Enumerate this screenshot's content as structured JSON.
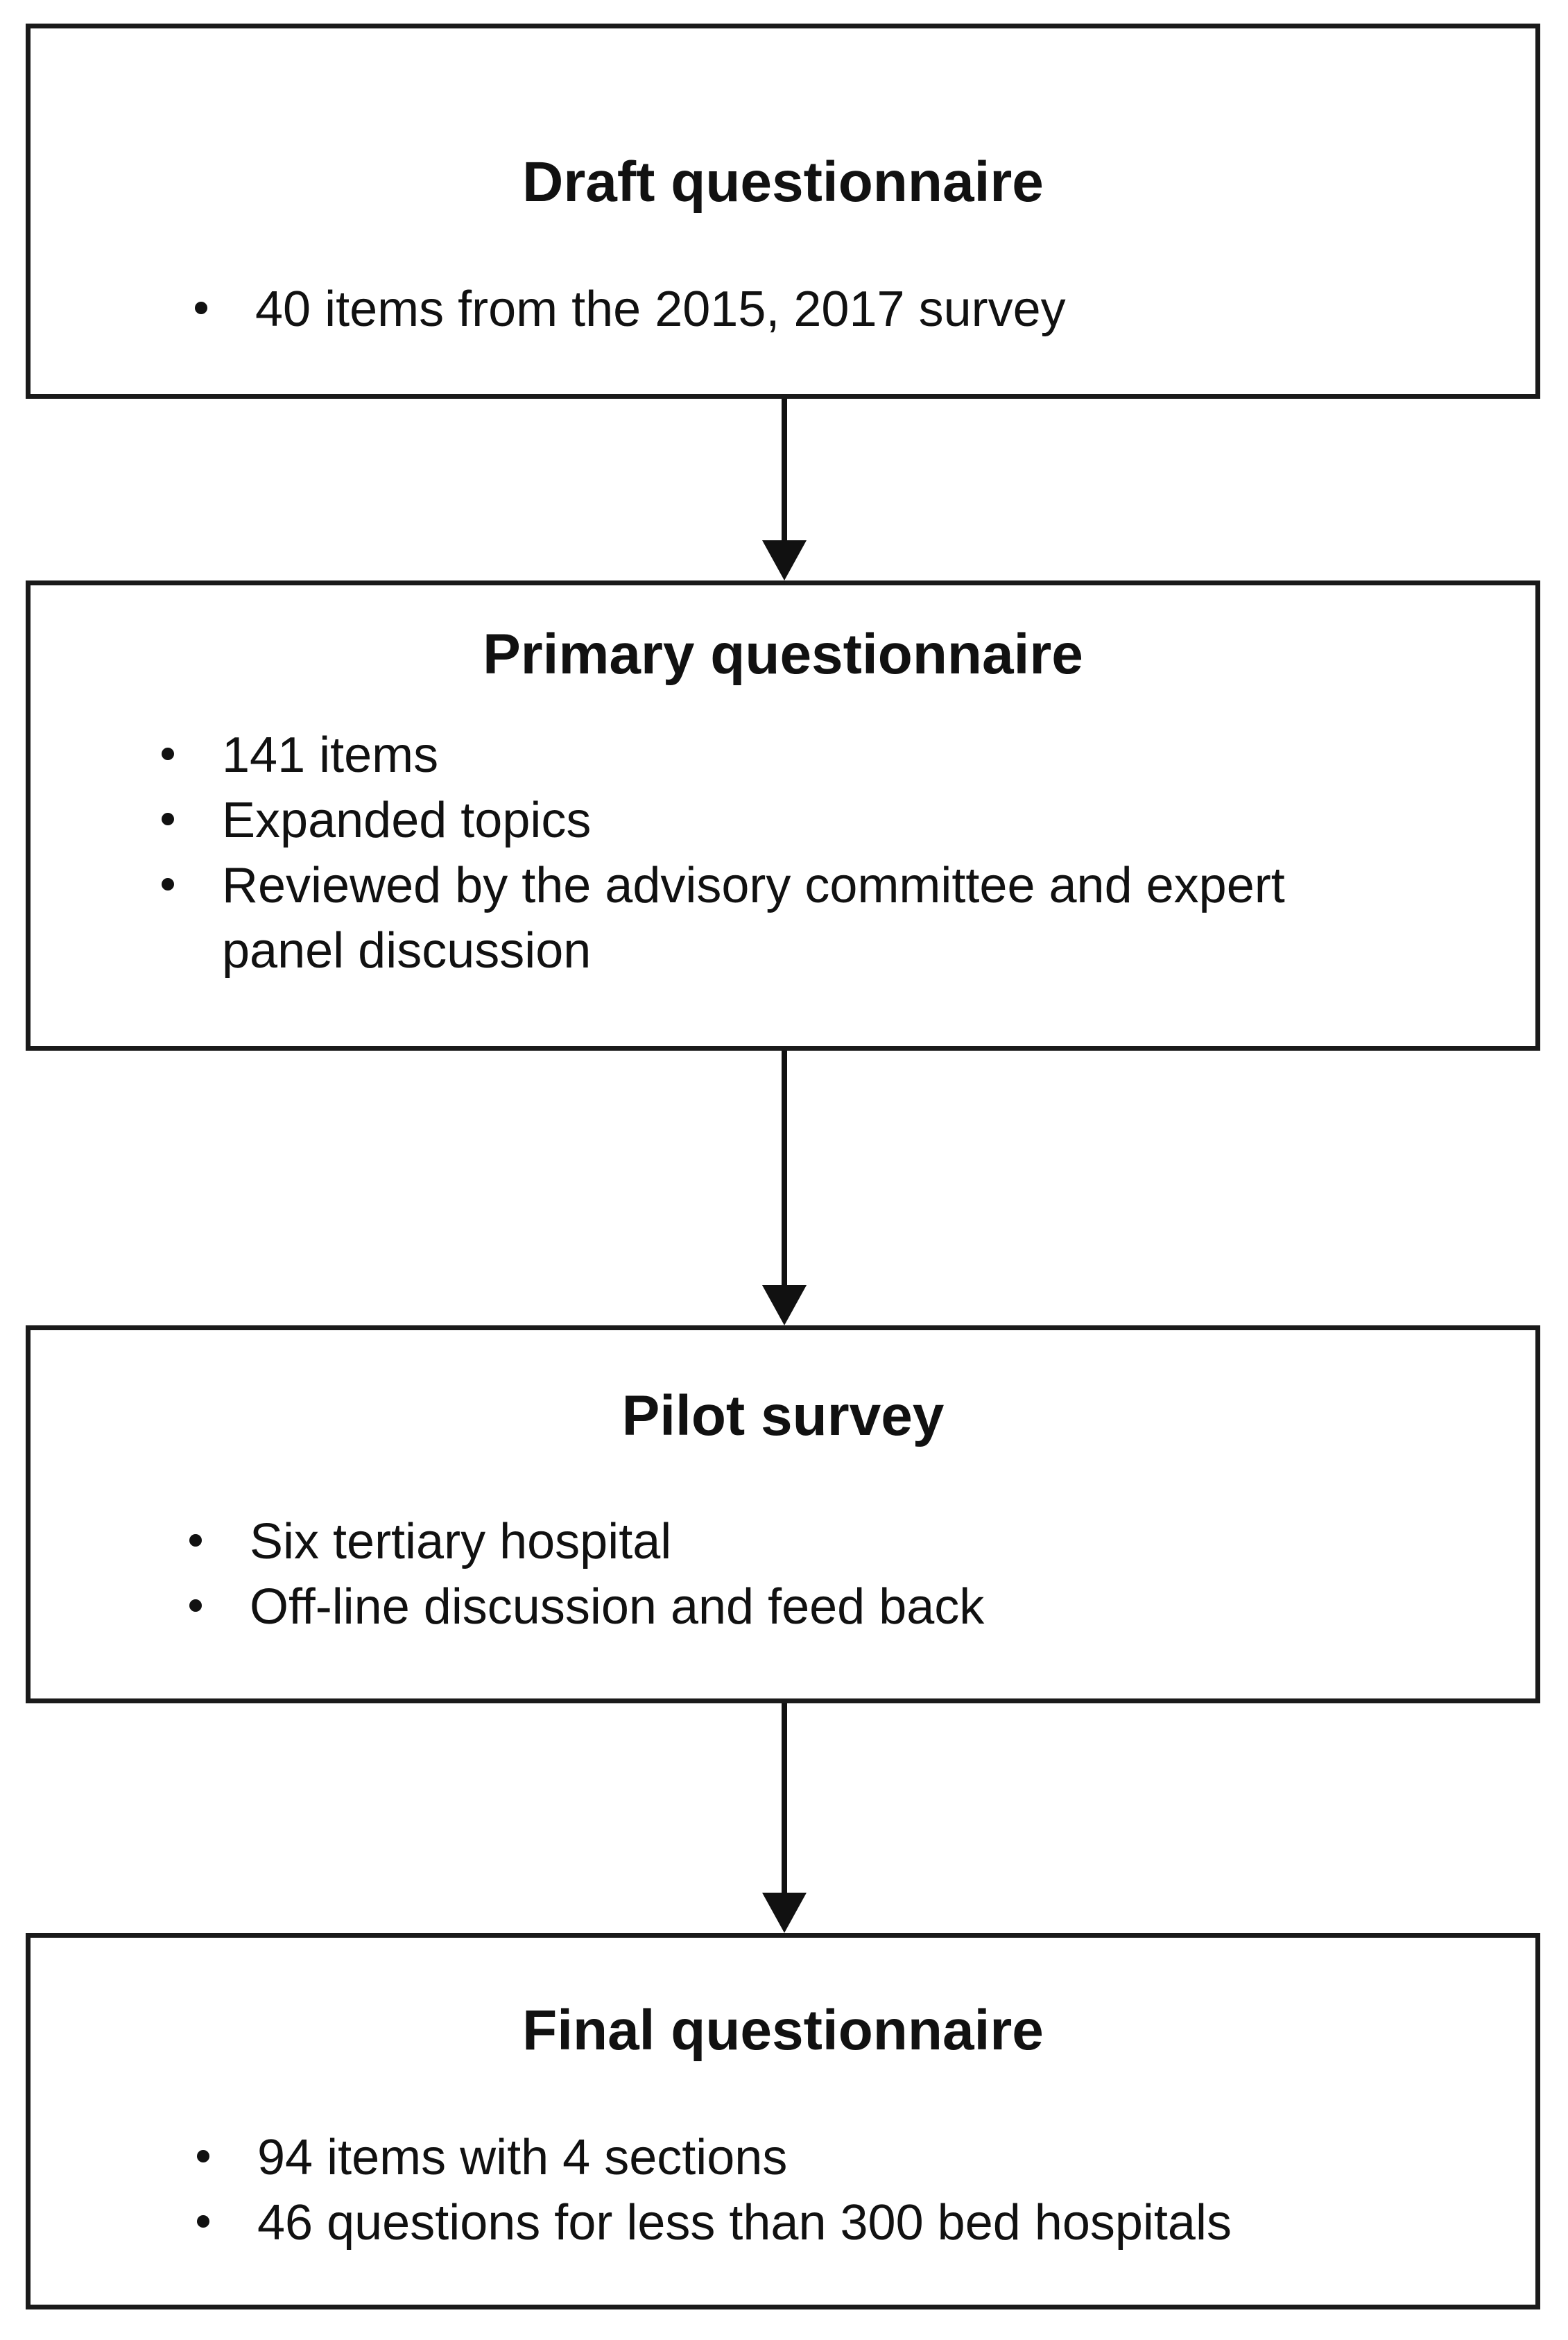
{
  "boxes": [
    {
      "title": "Draft questionnaire",
      "items": [
        "40 items from the 2015, 2017 survey"
      ]
    },
    {
      "title": "Primary questionnaire",
      "items": [
        "141 items",
        "Expanded topics",
        "Reviewed by the advisory committee and expert",
        "panel discussion"
      ]
    },
    {
      "title": "Pilot survey",
      "items": [
        "Six tertiary hospital",
        "Off-line discussion and feed back"
      ]
    },
    {
      "title": "Final questionnaire",
      "items": [
        "94 items with 4 sections",
        "46 questions for less than 300 bed hospitals"
      ]
    }
  ]
}
